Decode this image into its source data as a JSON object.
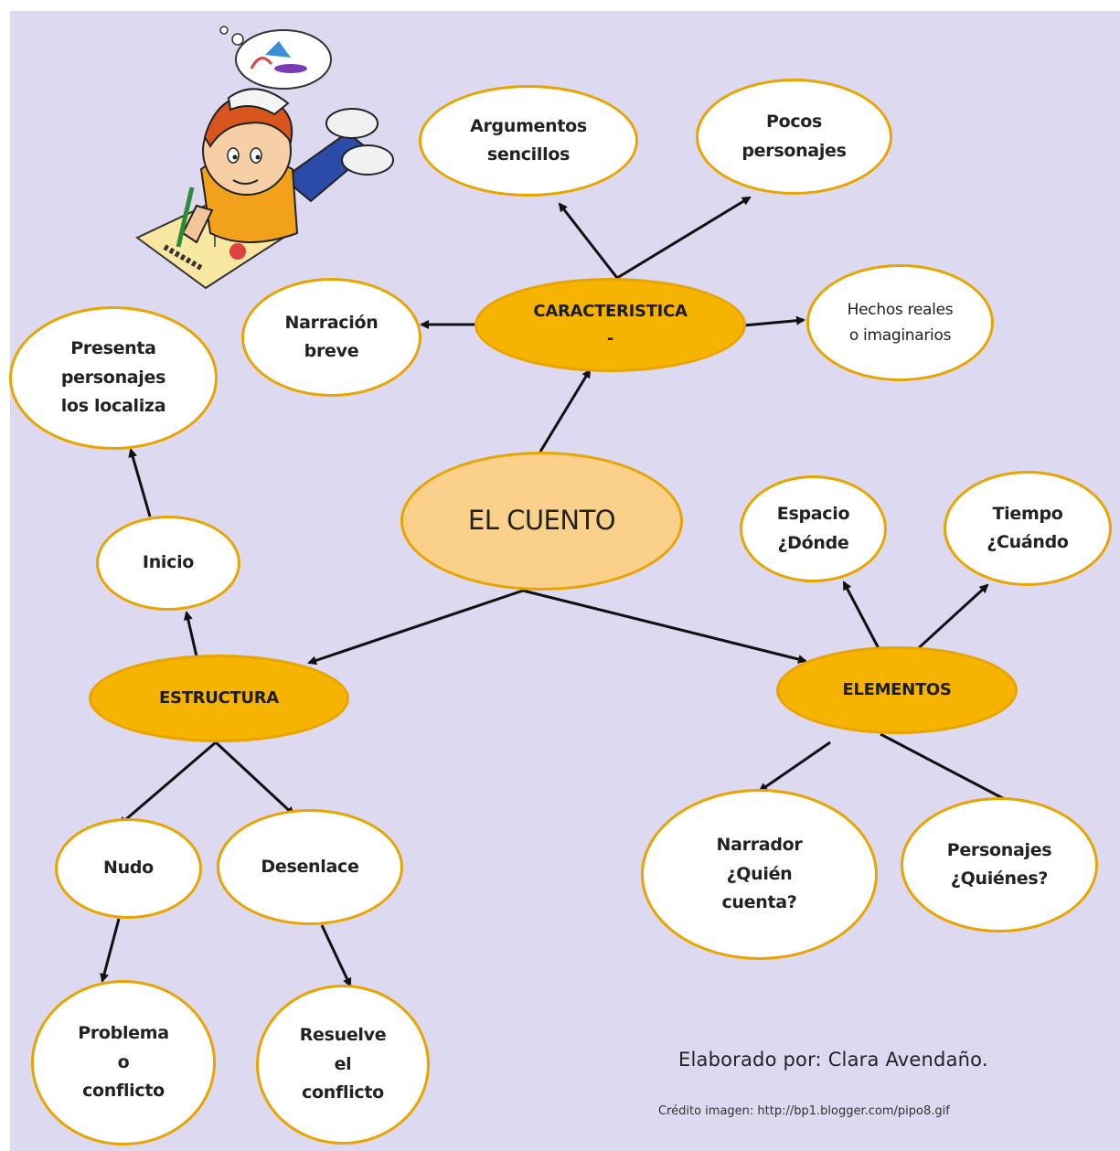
{
  "diagram": {
    "center": "EL CUENTO",
    "caracteristica": "CARACTERISTICA\n-",
    "estructura": "ESTRUCTURA",
    "elementos": "ELEMENTOS",
    "argumentos": "Argumentos\nsencillos",
    "pocos": "Pocos\npersonajes",
    "hechos": "Hechos reales\no imaginarios",
    "narracion": "Narración\nbreve",
    "presenta": "Presenta\npersonajes\nlos localiza",
    "inicio": "Inicio",
    "nudo": "Nudo",
    "desenlace": "Desenlace",
    "problema": "Problema\no\nconflicto",
    "resuelve": "Resuelve\nel\nconflicto",
    "espacio": "Espacio\n¿Dónde",
    "tiempo": "Tiempo\n¿Cuándo",
    "narrador": "Narrador\n¿Quién\ncuenta?",
    "personajes": "Personajes\n¿Quiénes?"
  },
  "footer": {
    "author": "Elaborado por: Clara Avendaño.",
    "credit": "Crédito imagen: http://bp1.blogger.com/pipo8.gif"
  },
  "colors": {
    "background": "#dcd9f1",
    "node_fill": "#ffffff",
    "node_border": "#e8a400",
    "category_fill": "#f6b300",
    "center_fill": "#fbd08a"
  },
  "illustration": "boy-reading-book-icon"
}
